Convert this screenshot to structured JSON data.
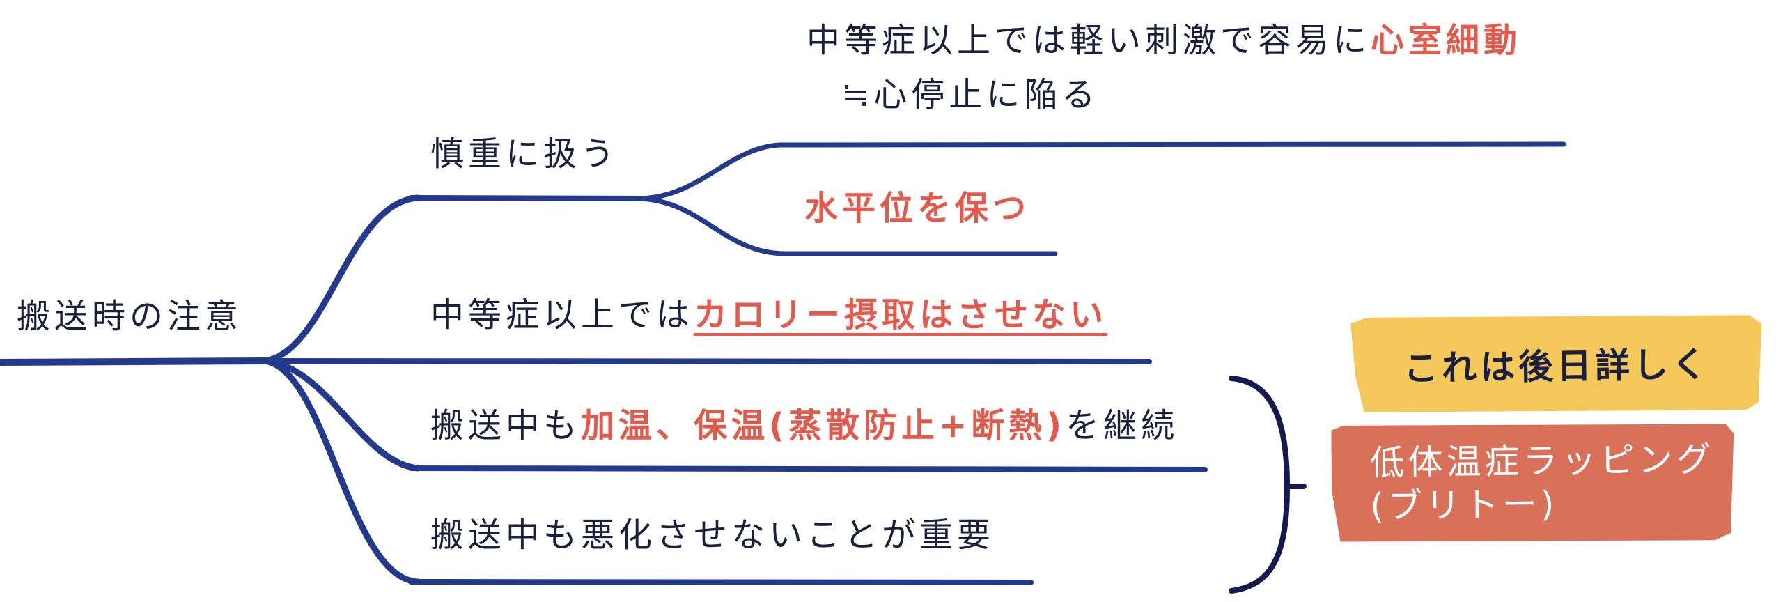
{
  "root": {
    "label": "搬送時の注意"
  },
  "branches": [
    {
      "label": "慎重に扱う",
      "children": [
        {
          "line1_prefix": "中等症以上では軽い刺激で容易に",
          "line1_highlight": "心室細動",
          "line2": "≒心停止に陥る"
        },
        {
          "highlight": "水平位を保つ"
        }
      ]
    },
    {
      "prefix": "中等症以上では",
      "highlight": "カロリー摂取はさせない"
    },
    {
      "prefix": "搬送中も",
      "highlight": "加温、保温(蒸散防止+断熱)",
      "suffix": "を継続"
    },
    {
      "label": "搬送中も悪化させないことが重要"
    }
  ],
  "notes": {
    "yellow": "これは後日詳しく",
    "orange_line1": "低体温症ラッピング",
    "orange_line2": "(ブリトー)"
  },
  "colors": {
    "branch": "#233a8c",
    "brace": "#141a4f",
    "highlight": "#e35a4c",
    "note_yellow": "#f5c85b",
    "note_orange": "#d9705a"
  }
}
